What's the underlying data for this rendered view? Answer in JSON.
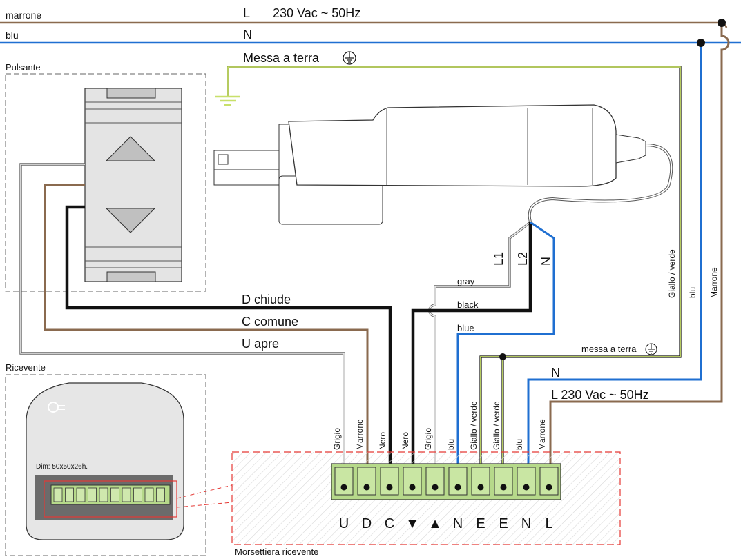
{
  "mains": {
    "brown_label": "marrone",
    "blue_label": "blu",
    "l_letter": "L",
    "l_spec": "230 Vac ~ 50Hz",
    "n_letter": "N",
    "earth_label": "Messa a terra"
  },
  "sections": {
    "pulsante": "Pulsante",
    "ricevente": "Ricevente",
    "dim": "Dim: 50x50x26h.",
    "morsettiera": "Morsettiera ricevente"
  },
  "switch_wires": {
    "d": "D chiude",
    "c": "C comune",
    "u": "U apre"
  },
  "motor_wires": {
    "l1": "L1",
    "l2": "L2",
    "n": "N",
    "gray": "gray",
    "black": "black",
    "blue": "blue"
  },
  "right_wires": {
    "giallo_verde": "Giallo / verde",
    "blu": "blu",
    "marrone": "Marrone",
    "earth_small": "messa a terra",
    "n": "N",
    "l_supply": "L 230 Vac ~ 50Hz"
  },
  "terminal_wire_labels": [
    "Grigio",
    "Marrone",
    "Nero",
    "Nero",
    "Grigio",
    "blu",
    "Giallo / verde",
    "Giallo / verde",
    "blu",
    "Marrone"
  ],
  "terminal_letters": [
    "U",
    "D",
    "C",
    "▼",
    "▲",
    "N",
    "E",
    "E",
    "N",
    "L"
  ],
  "colors": {
    "brown": "#8a6a4f",
    "blue": "#1f6fd1",
    "black": "#111111",
    "gray": "#9a9a9a",
    "yellow_green": "#a8cf4a",
    "terminal_green": "#b6d98a",
    "red_dash": "#e53935"
  }
}
